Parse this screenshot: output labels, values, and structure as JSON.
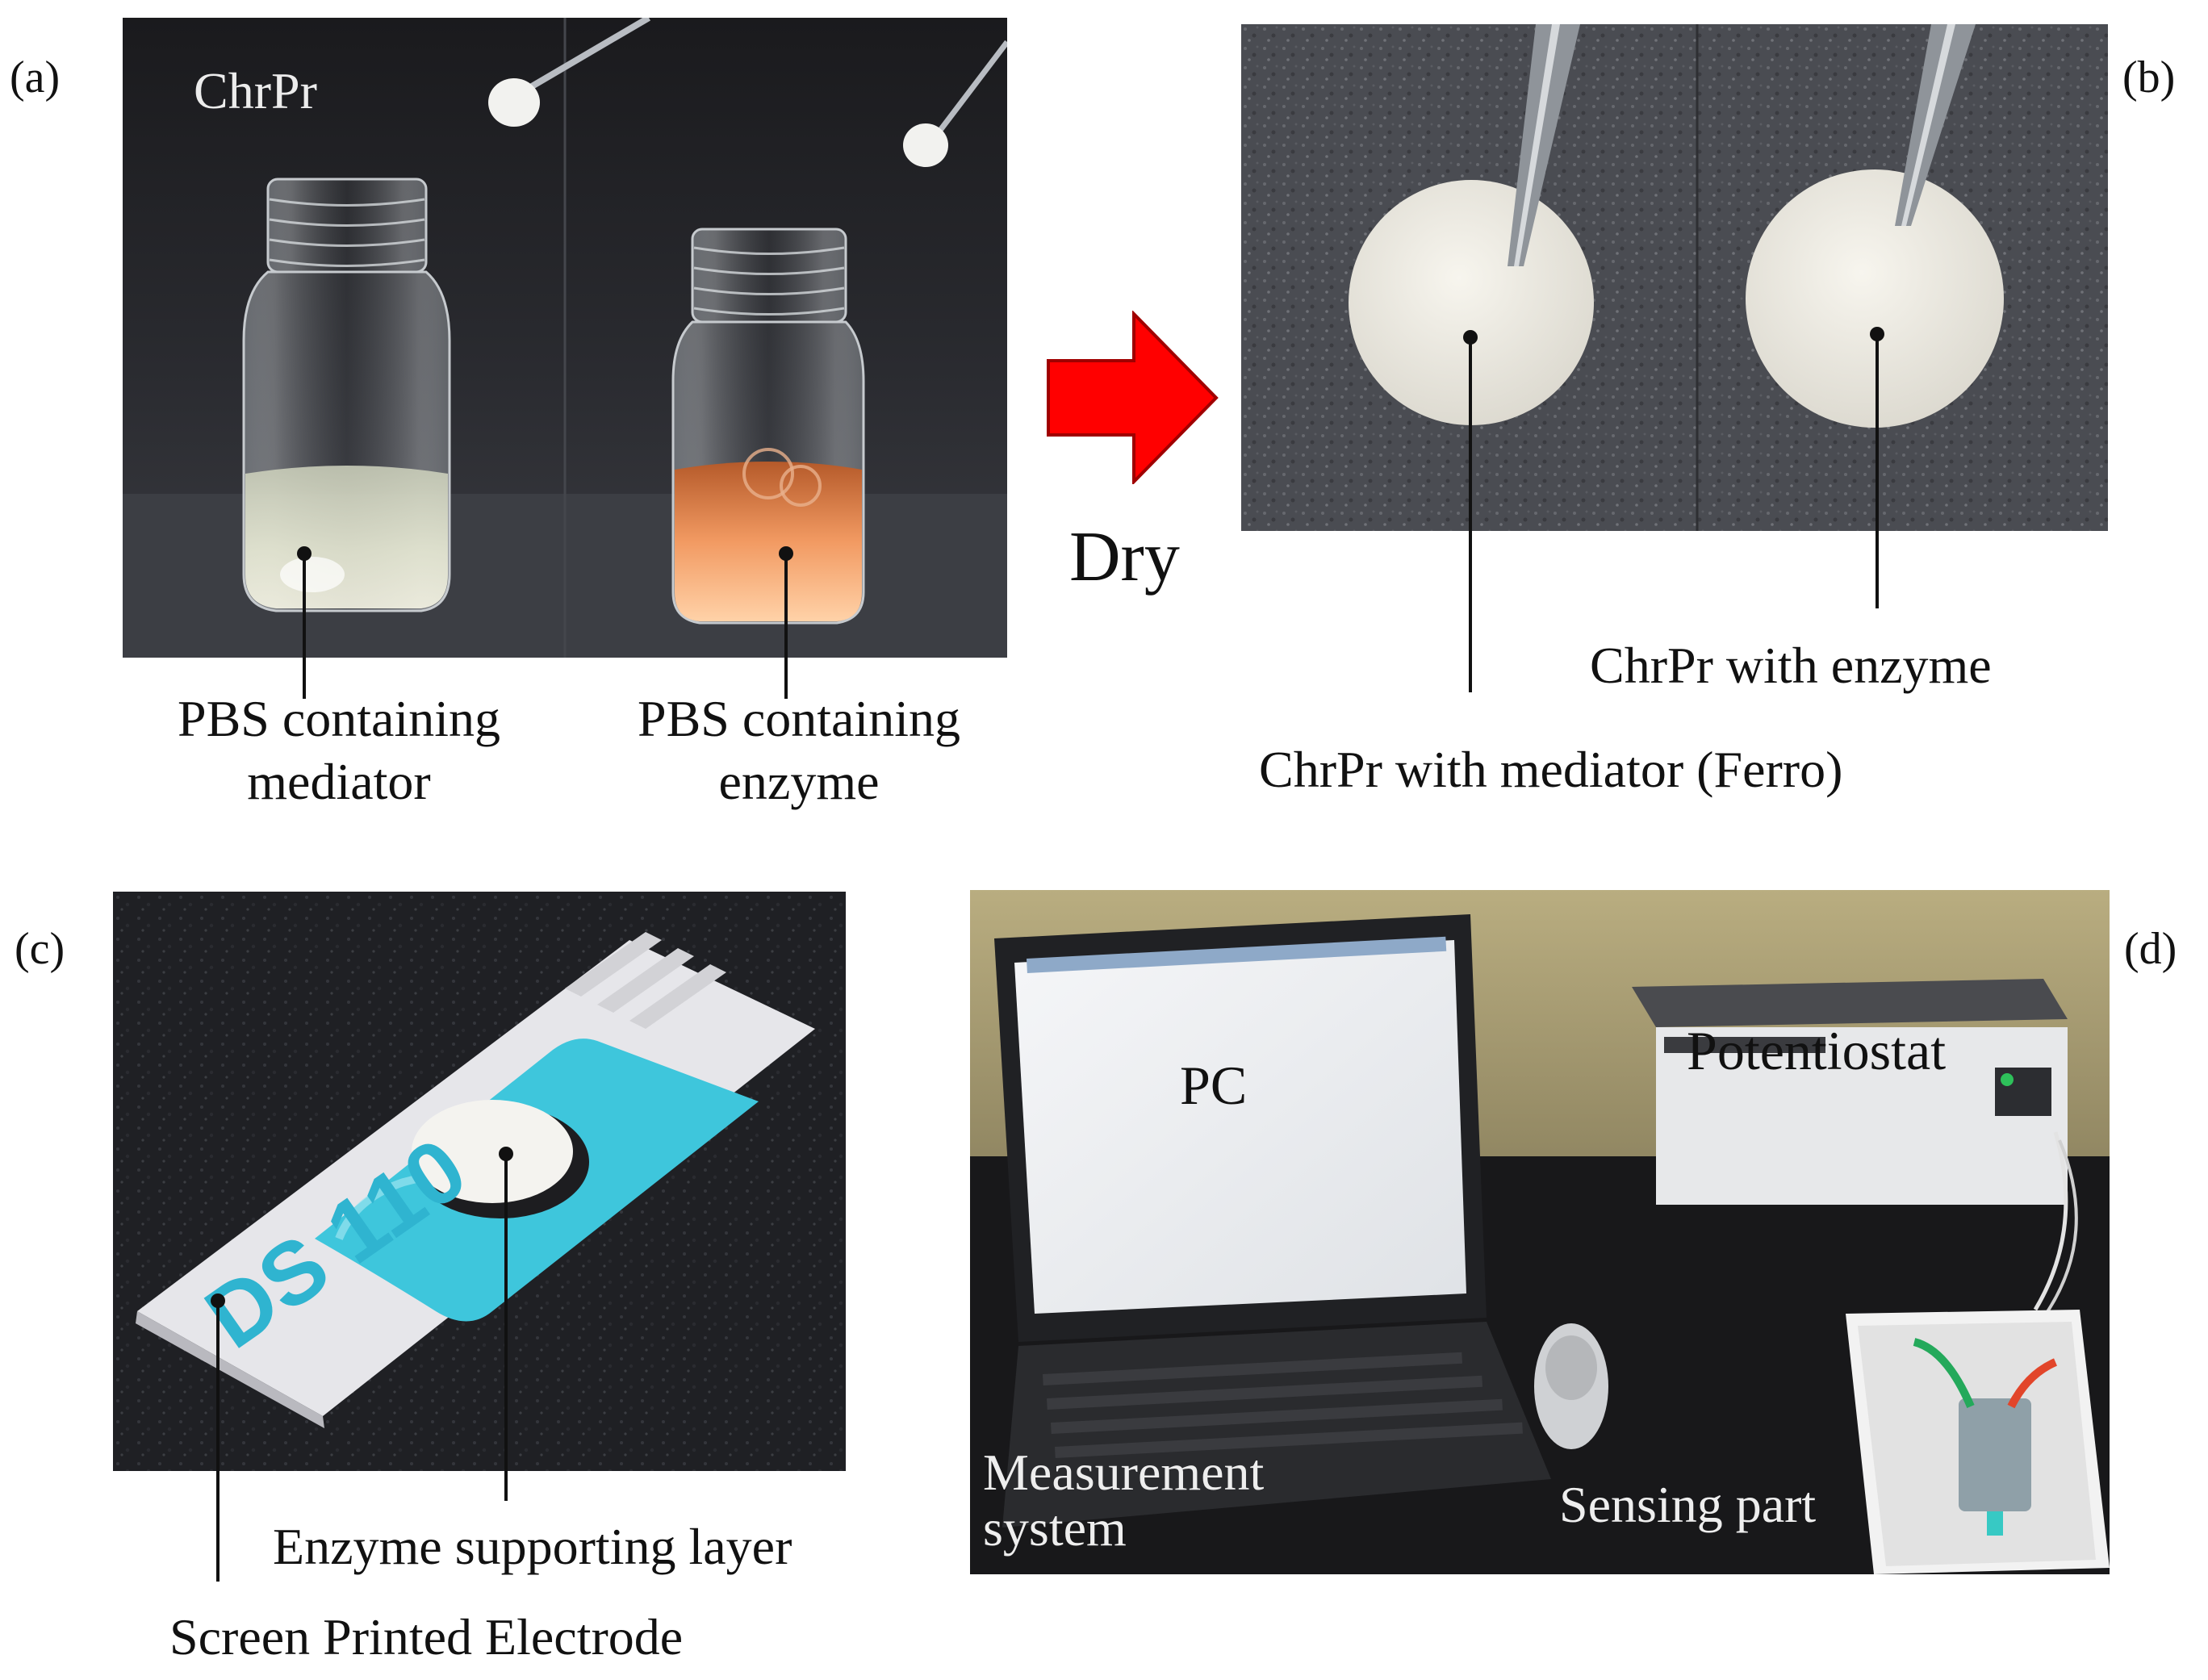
{
  "panels": {
    "a": {
      "label": "(a)",
      "photo_text": "ChrPr",
      "captions": [
        "PBS containing mediator",
        "PBS containing enzyme"
      ],
      "caption_lines": [
        [
          "PBS containing",
          "mediator"
        ],
        [
          "PBS containing",
          "enzyme"
        ]
      ]
    },
    "arrow": {
      "label": "Dry",
      "color": "#ff0000"
    },
    "b": {
      "label": "(b)",
      "captions": [
        "ChrPr with enzyme",
        "ChrPr with mediator (Ferro)"
      ]
    },
    "c": {
      "label": "(c)",
      "electrode_print": "DS 110",
      "captions": [
        "Enzyme supporting layer",
        "Screen Printed Electrode"
      ]
    },
    "d": {
      "label": "(d)",
      "captions": [
        "PC",
        "Potentiostat",
        "Measurement system",
        "Sensing part"
      ],
      "caption_lines": {
        "measurement": [
          "Measurement",
          "system"
        ]
      }
    }
  }
}
